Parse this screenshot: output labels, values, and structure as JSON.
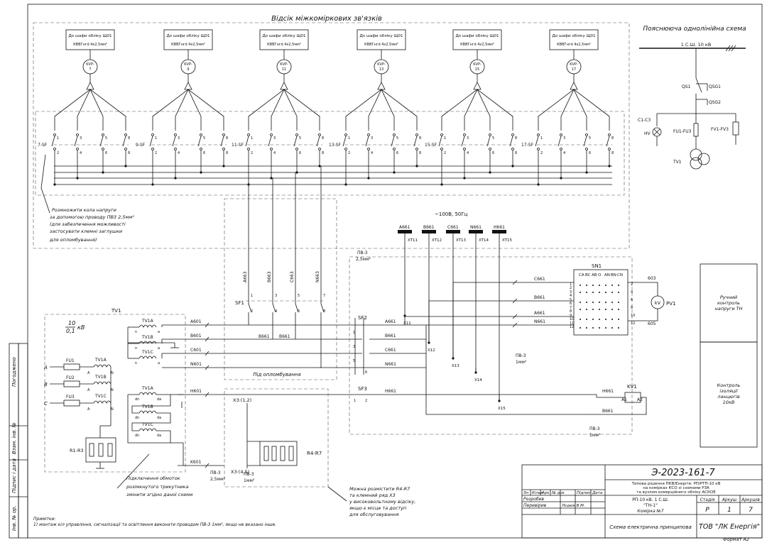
{
  "titles": {
    "compartment": "Відсік міжкоміркових зв'язків",
    "explanatory": "Пояснююча однолінійна схема",
    "under_seal": "Під опломбування",
    "voltage_source": "~100В, 50Гц",
    "busbar": "1 С.Ш. 10 кВ"
  },
  "meter_labels": {
    "header": "До шафи обліку Щ01",
    "cable": "КВВГнгd 4х2,5мм²",
    "kvp": [
      "KVP-7",
      "KVP-9",
      "KVP-11",
      "KVP-13",
      "KVP-15",
      "KVP-17"
    ]
  },
  "breakers": [
    "7-SF",
    "9-SF",
    "11-SF",
    "13-SF",
    "15-SF",
    "17-SF"
  ],
  "notes": {
    "multiply": [
      "Розмножити кола напруги",
      "за допомогою проводу ПВ3 2,5мм²",
      "(для забезпечення можливості",
      "застосувати клемні заглушки",
      "для опломбування)"
    ],
    "open_triangle": [
      "Підключення обмоток",
      "розімкнутого трикутника",
      "змінити згідно даної схеми"
    ],
    "place_r": [
      "Можна розмістити R4-R7",
      "та клемний ряд Х3",
      "у високовольтному відсіку,",
      "якщо є місце та доступ",
      "для обслуговування"
    ],
    "notes_title": "Примітки:",
    "notes_1": "1) монтаж кіл управління, сигналізації та освітлення виконати проводом ПВ-3 1мм², якщо не вказано інше."
  },
  "tv": {
    "label": "TV1",
    "ratio_top": "10",
    "ratio_bot": "0,1",
    "unit": "кВ",
    "windings": [
      "TV1A",
      "TV1B",
      "TV1C"
    ],
    "open_windings": [
      "TV1A",
      "TV1B",
      "TV1C"
    ],
    "fuses": [
      "FU1",
      "FU2",
      "FU3"
    ],
    "phases": [
      "A",
      "B",
      "C"
    ],
    "resistors": "R1-R3",
    "resistors2": "R4-R7"
  },
  "wires": {
    "left": [
      "A601",
      "B601",
      "C601",
      "N601",
      "H601",
      "K601"
    ],
    "vertical": [
      "A663",
      "B663",
      "C663",
      "N663"
    ],
    "sf1_out": [
      "B661",
      "B661"
    ],
    "sf2_out": [
      "A661",
      "B661",
      "C661",
      "N661"
    ],
    "h661": "H661",
    "terminals": [
      "A661",
      "B661",
      "C661",
      "N661",
      "H661"
    ],
    "xt": [
      "XT11",
      "XT12",
      "XT13",
      "XT14",
      "XT15"
    ],
    "x_marks": [
      "X11",
      "X12",
      "X13",
      "X14",
      "X15"
    ],
    "sn_in": [
      "C661",
      "B661",
      "A661",
      "N661"
    ],
    "sn_out": [
      "603",
      "605"
    ],
    "kv_in": [
      "H661",
      "B661"
    ]
  },
  "devices": {
    "sf1": "SF1",
    "sf2": "SF2",
    "sf3": "SF3",
    "sn1": "SN1",
    "sn_cols": [
      "CA",
      "BC",
      "AB",
      "O",
      "AN",
      "BN",
      "CN"
    ],
    "pv1": "PV1",
    "pv1_sym": "kV",
    "kv1": "KV1",
    "kv_pins": [
      "A1",
      "A2"
    ],
    "x3": "Х3:(1,2)",
    "x3b": "Х3:(4,5)",
    "pv_wire": [
      "ПВ-3",
      "2,5мм²",
      "1мм²"
    ]
  },
  "one_line": {
    "qsg1": "QSG1",
    "qs1": "QS1",
    "qsg2": "QSG2",
    "c": "C1-C3",
    "hv": "HV",
    "fu": "FU1-FU3",
    "fv": "FV1-FV3",
    "tv": "TV1"
  },
  "right_boxes": {
    "manual": [
      "Ручний",
      "контроль",
      "напруги ТН"
    ],
    "insulation": [
      "Контроль",
      "ізоляції",
      "ланцюгів",
      "10кВ"
    ]
  },
  "side_stamps": [
    "Погоджено",
    "Взам. інв. №",
    "Підпис і дата",
    "Інв. № ор."
  ],
  "title_block": {
    "code": "Э-2023-161-7",
    "desc_1": "Типова рішення ПКВ/Енергія: РП/РТП-10 кВ",
    "desc_2": "на комірках КСО зі схемами РЗА",
    "desc_3": "та вузлом комерційного обліку АСКОЕ",
    "object_1": "РП-10 кВ. 1 С.Ш.",
    "object_2": "\"ТН-1\"",
    "object_3": "Комірка №7",
    "sheet_name": "Схема електрична принципова",
    "company": "ТОВ \"ЛК Енергія\"",
    "format": "Формат А2",
    "col_heads": [
      "Зн",
      "Кільк",
      "Арк",
      "№ док",
      "Підпис",
      "Дата"
    ],
    "rows": [
      "Розробив",
      "Перевірив"
    ],
    "checker": "Лєдюк В.М.",
    "stage_heads": [
      "Стадія",
      "Аркуш",
      "Аркушів"
    ],
    "stage_vals": [
      "Р",
      "1",
      "7"
    ]
  }
}
